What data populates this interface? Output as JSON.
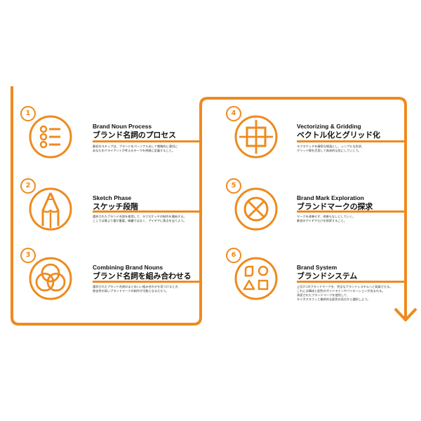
{
  "accent_color": "#ee8a1e",
  "steps": [
    {
      "number": "1",
      "icon": "list-icon",
      "title_en": "Brand Noun Process",
      "title_jp": "ブランド名詞のプロセス",
      "desc": [
        "最初のステップは、ブランドをパーソナル化して戦略的に適切に",
        "あなたのクライアントが考えるテーマを明確に定義すること。"
      ]
    },
    {
      "number": "2",
      "icon": "pencil-icon",
      "title_en": "Sketch Phase",
      "title_jp": "スケッチ段階",
      "desc": [
        "選択されたブランド名詞を使用して、ラフスケッチの制作を開始する。",
        "ここでは質より量が重要。綺麗ではなく、アイデアに焦点を当てよう。"
      ]
    },
    {
      "number": "3",
      "icon": "venn-circles-icon",
      "title_en": "Combining Brand Nouns",
      "title_jp": "ブランド名詞を組み合わせる",
      "desc": [
        "選択されたブランド名詞のまとめいい組み合わせを見つけるとき、",
        "独自性の高いブランドマークの制作が可能となるだろう。"
      ]
    },
    {
      "number": "4",
      "icon": "grid-square-icon",
      "title_en": "Vectorizing & Gridding",
      "title_jp": "ベクトル化とグリッド化",
      "desc": [
        "ラフスケッチを精密な線画にし、シンプルな形状、",
        "グリッド線を活用して具体的な形にしていこう。"
      ]
    },
    {
      "number": "5",
      "icon": "circle-x-icon",
      "title_en": "Brand Mark Exploration",
      "title_jp": "ブランドマークの探求",
      "desc": [
        "マークを改善せず、改善もなしにしていく。",
        "最良のアイデアだけを探索すること。"
      ]
    },
    {
      "number": "6",
      "icon": "shapes-icon",
      "title_en": "Brand System",
      "title_jp": "ブランドシステム",
      "desc": [
        "上位3つのブランドマークを、完全なブランドシステムへと発展させる。",
        "これには構成と配色のガイドラインやバリエーションが含まれる。",
        "承認されたブランドマークを使用して、",
        "タイポグラフィと最終的な配色の両方から選択しよう。"
      ]
    }
  ]
}
